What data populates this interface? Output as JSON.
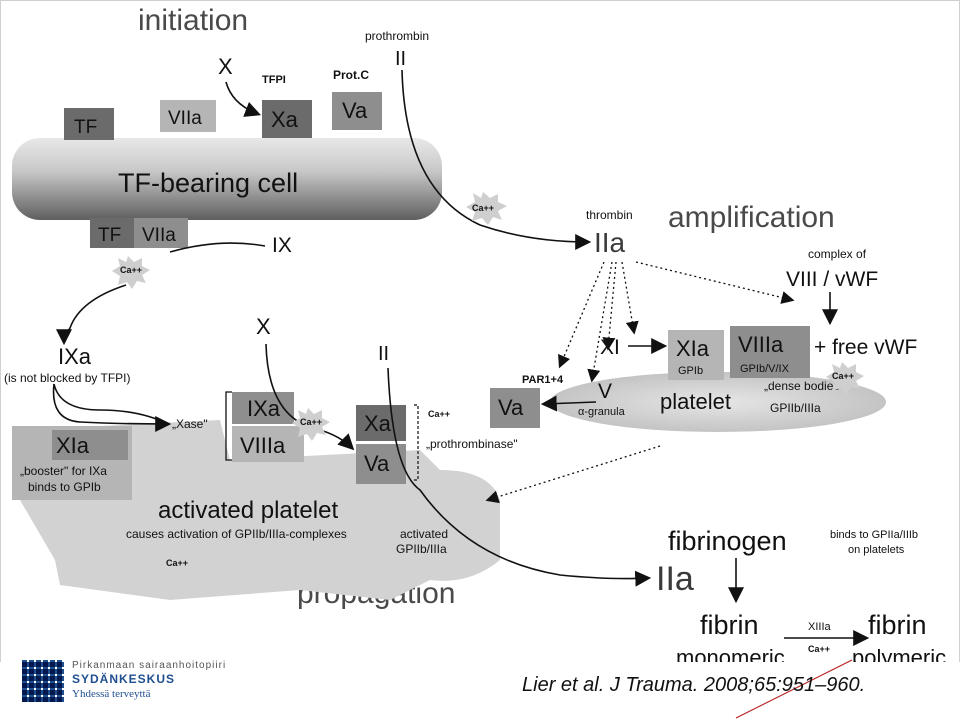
{
  "phases": {
    "initiation": "initiation",
    "amplification": "amplification",
    "propagation": "propagation"
  },
  "initiation": {
    "cell_label": "TF-bearing cell",
    "factor_x": "X",
    "tfpi": "TFPI",
    "prot_c": "Prot.C",
    "prothrombin": "prothrombin",
    "prothrombin_roman": "II",
    "boxes_top": [
      "TF",
      "VIIa",
      "Xa",
      "Va"
    ],
    "boxes_bottom": [
      "TF",
      "VIIa"
    ],
    "factor_ix": "IX"
  },
  "amplification": {
    "thrombin": "thrombin",
    "iia": "IIa",
    "complex_of": "complex of",
    "viii_vwf": "VIII / vWF",
    "free_vwf": "+ free vWF",
    "par": "PAR1+4",
    "xi": "XI",
    "v": "V",
    "alpha_granula": "α-granula",
    "xia_box": "XIa",
    "gpib": "GPIb",
    "viiia_box": "VIIIa",
    "gpib_v_ix": "GPIb/V/IX",
    "dense_bodies": "„dense bodies\"",
    "platelet": "platelet",
    "gpiib_iiia": "GPIIb/IIIa",
    "va_box": "Va"
  },
  "propagation": {
    "ixa": "IXa",
    "ixa_note": "(is not blocked by TFPI)",
    "x": "X",
    "ii": "II",
    "xase": "„Xase\"",
    "ixa_box": "IXa",
    "viiia_box": "VIIIa",
    "xa_box": "Xa",
    "va_box": "Va",
    "prothrombinase": "„prothrombinase\"",
    "xia_box": "XIa",
    "xia_note_1": "„booster\" for IXa",
    "xia_note_2": "binds to GPIb",
    "activated_platelet": "activated platelet",
    "activated_note": "causes activation of GPIIb/IIIa-complexes",
    "activated_gp_1": "activated",
    "activated_gp_2": "GPIIb/IIIa"
  },
  "fibrin": {
    "fibrinogen": "fibrinogen",
    "binds_1": "binds to GPIIa/IIIb",
    "binds_2": "on platelets",
    "iia": "IIa",
    "fibrin_left": "fibrin",
    "monomeric": "monomeric",
    "xiiia": "XIIIa",
    "fibrin_right": "fibrin",
    "polymeric": "polymeric"
  },
  "calcium": "Ca++",
  "footer": {
    "org_line1": "Pirkanmaan sairaanhoitopiiri",
    "org_line2": "SYDÄNKESKUS",
    "org_line3": "Yhdessä terveyttä",
    "citation": "Lier et al. J Trauma. 2008;65:951–960."
  }
}
